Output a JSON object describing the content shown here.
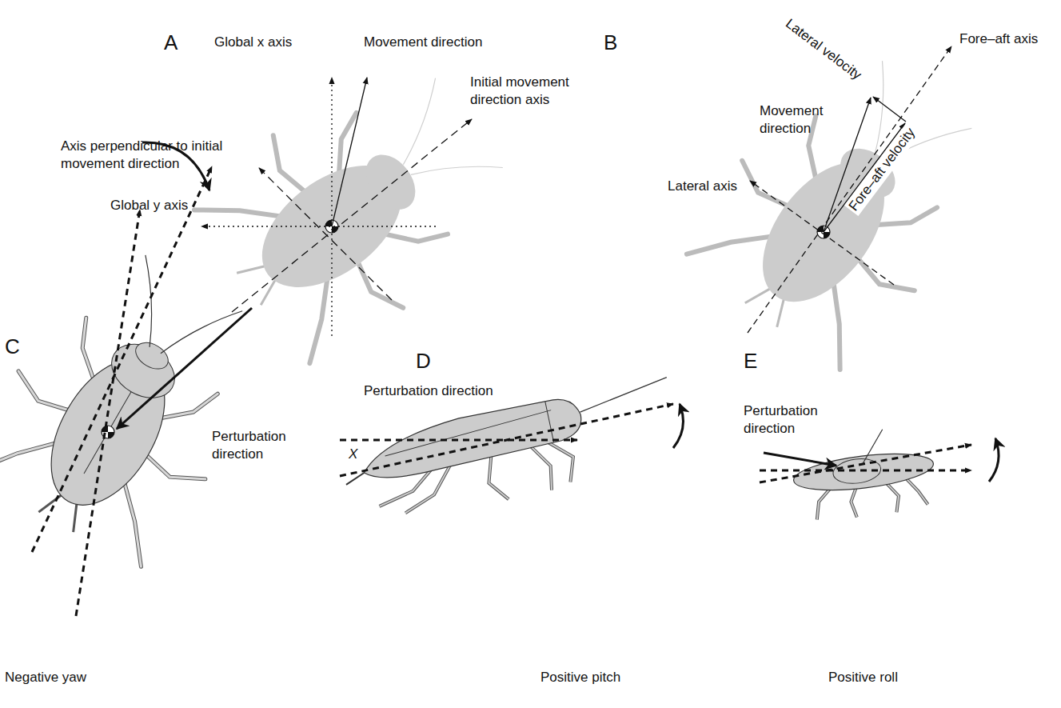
{
  "diagram": {
    "labels": [
      "A",
      "Global x axis",
      "Movement direction",
      "Initial movement direction axis",
      "Axis perpendicular to initial movement direction",
      "Global y axis",
      "B",
      "Lateral velocity",
      "Fore–aft axis",
      "Movement direction",
      "Fore–aft velocity",
      "Lateral axis",
      "C",
      "Perturbation direction",
      "Negative yaw",
      "D",
      "Perturbation direction",
      "X",
      "Positive pitch",
      "E",
      "Perturbation direction",
      "Positive roll"
    ]
  }
}
